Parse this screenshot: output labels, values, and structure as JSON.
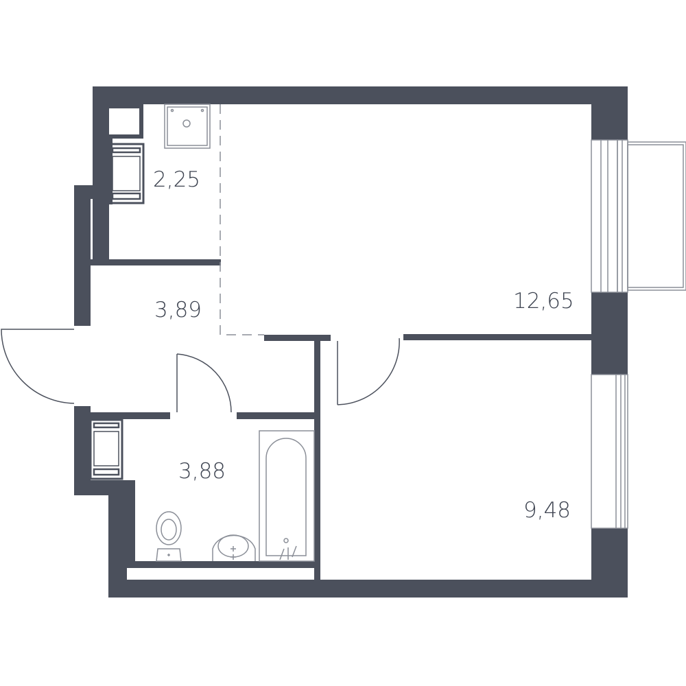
{
  "colors": {
    "wall": "#4b505c",
    "line": "#4b505c",
    "thin": "#8a8e97",
    "background": "#ffffff"
  },
  "rooms": {
    "kitchen": {
      "area": "2,25"
    },
    "hall": {
      "area": "3,89"
    },
    "bathroom": {
      "area": "3,88"
    },
    "living_room": {
      "area": "12,65"
    },
    "bedroom": {
      "area": "9,48"
    }
  }
}
